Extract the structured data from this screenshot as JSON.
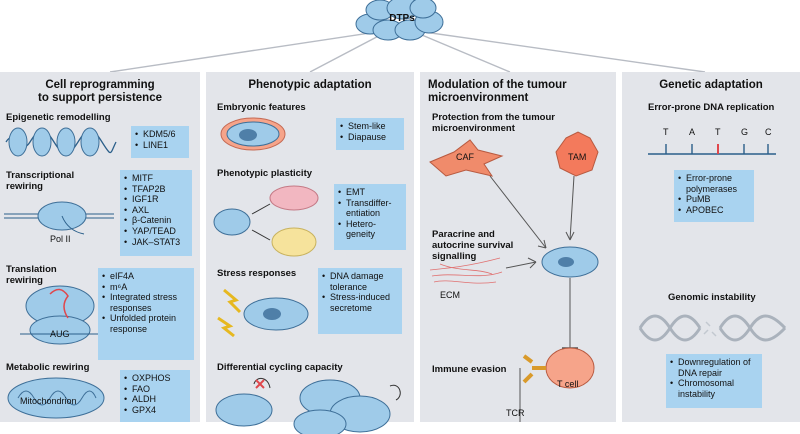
{
  "top": {
    "label": "DTPs"
  },
  "panels": [
    {
      "title": "Cell reprogramming\nto support persistence"
    },
    {
      "title": "Phenotypic adaptation"
    },
    {
      "title": "Modulation of the tumour\nmicroenvironment"
    },
    {
      "title": "Genetic adaptation"
    }
  ],
  "p1": {
    "epigenetic": {
      "title": "Epigenetic remodelling",
      "items": [
        "KDM5/6",
        "LINE1"
      ]
    },
    "transcriptional": {
      "title": "Transcriptional\nrewiring",
      "items": [
        "MITF",
        "TFAP2B",
        "IGF1R",
        "AXL",
        "β-Catenin",
        "YAP/TEAD",
        "JAK–STAT3"
      ],
      "pol_label": "Pol II"
    },
    "translation": {
      "title": "Translation\nrewiring",
      "items": [
        "eIF4A",
        "m⁶A",
        "Integrated stress responses",
        "Unfolded protein response"
      ],
      "aug_label": "AUG"
    },
    "metabolic": {
      "title": "Metabolic rewiring",
      "items": [
        "OXPHOS",
        "FAO",
        "ALDH",
        "GPX4"
      ],
      "mito_label": "Mitochondrion"
    }
  },
  "p2": {
    "embryonic": {
      "title": "Embryonic features",
      "items": [
        "Stem-like",
        "Diapause"
      ]
    },
    "plasticity": {
      "title": "Phenotypic plasticity",
      "items": [
        "EMT",
        "Transdiffer-entiation",
        "Hetero-geneity"
      ]
    },
    "stress": {
      "title": "Stress responses",
      "items": [
        "DNA damage tolerance",
        "Stress-induced secretome"
      ]
    },
    "cycling": {
      "title": "Differential cycling capacity"
    }
  },
  "p3": {
    "protection": {
      "title": "Protection from the tumour\nmicroenvironment"
    },
    "caf": "CAF",
    "tam": "TAM",
    "paracrine": {
      "title": "Paracrine and\nautocrine survival\nsignalling"
    },
    "ecm": "ECM",
    "immune": {
      "title": "Immune evasion"
    },
    "tcell": "T cell",
    "tcr": "TCR"
  },
  "p4": {
    "dna": {
      "title": "Error-prone DNA replication",
      "bases": [
        "T",
        "A",
        "T",
        "G",
        "C"
      ],
      "items": [
        "Error-prone polymerases",
        "PuMB",
        "APOBEC"
      ]
    },
    "genomic": {
      "title": "Genomic instability",
      "items": [
        "Downregulation of DNA repair",
        "Chromosomal instability"
      ]
    }
  },
  "colors": {
    "panel": "#e3e5ea",
    "box": "#a9d3f0",
    "cell": "#9fcbe9",
    "cell_dark": "#4f7fa8",
    "caf": "#f08b6b",
    "tam": "#f37a5c",
    "tcell": "#f6a48a",
    "tcr": "#f5cc6a",
    "mutation": "#e0474c"
  }
}
